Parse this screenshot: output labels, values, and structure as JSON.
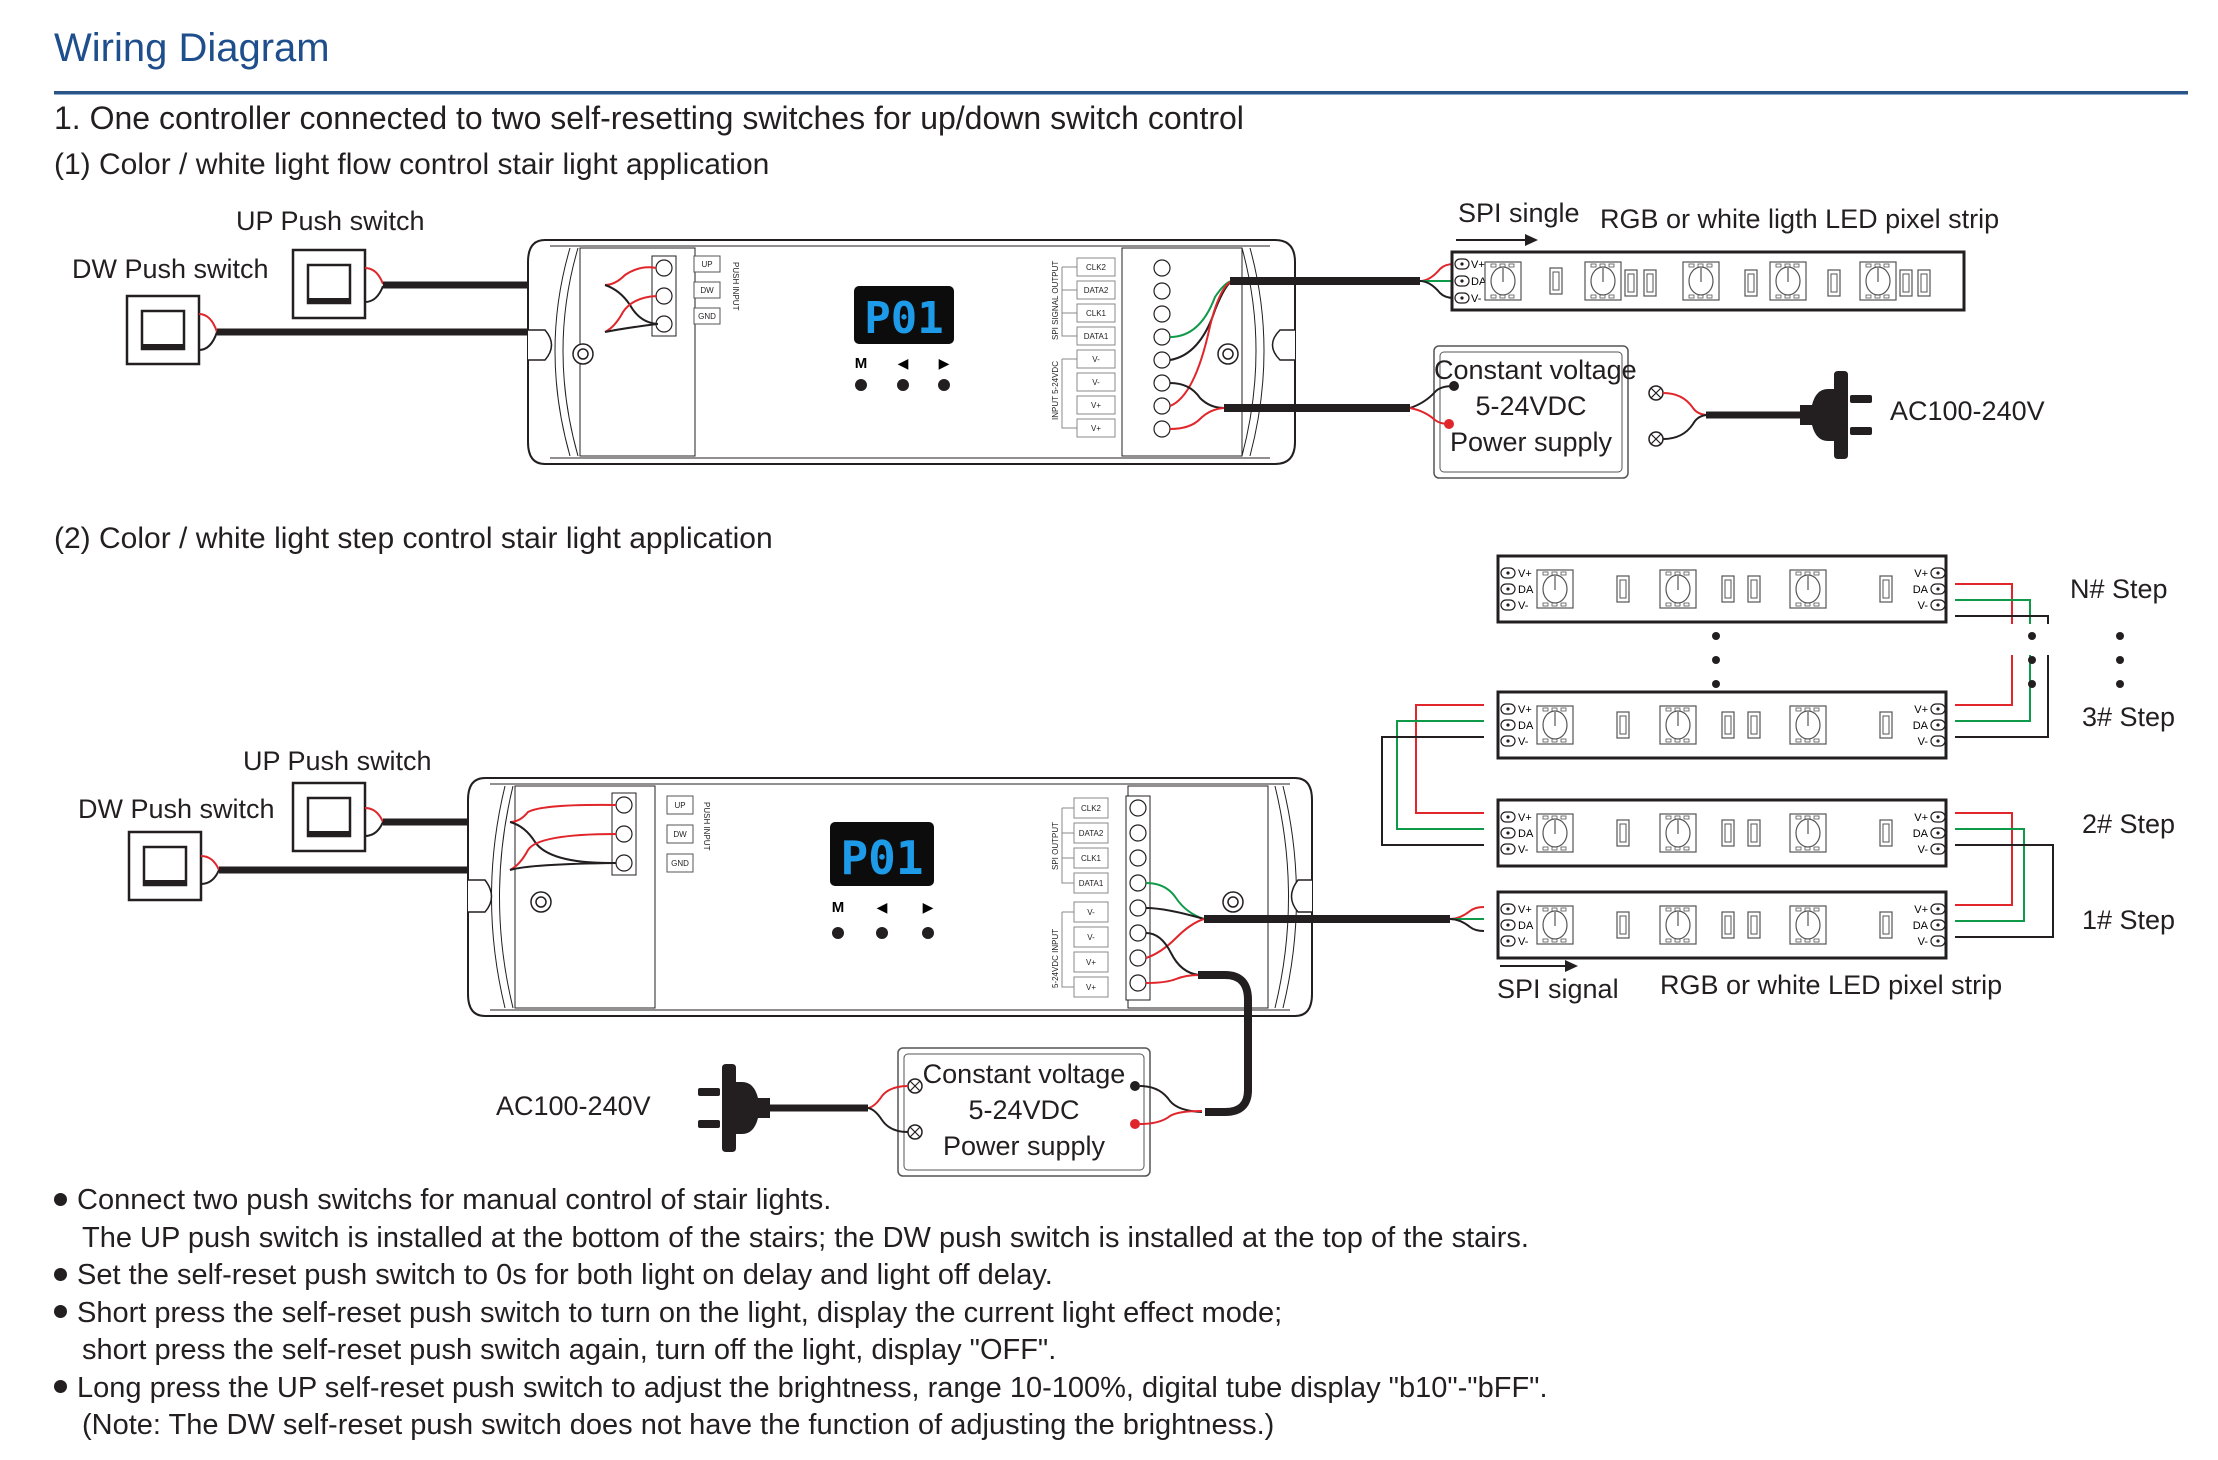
{
  "title": "Wiring Diagram",
  "section1": "1. One controller connected to two self-resetting switches for up/down switch control",
  "app1": {
    "subtitle": "(1) Color / white light flow control stair light application",
    "up_switch_label": "UP Push switch",
    "dw_switch_label": "DW Push switch",
    "strip_direction_label": "SPI single",
    "strip_label": "RGB or white ligth LED pixel strip",
    "power_supply": [
      "Constant voltage",
      "5-24VDC",
      "Power supply"
    ],
    "ac_label": "AC100-240V"
  },
  "app2": {
    "subtitle": "(2) Color / white light step control stair light application",
    "up_switch_label": "UP Push switch",
    "dw_switch_label": "DW Push switch",
    "strip_direction_label": "SPI signal",
    "strip_label": "RGB or white LED pixel strip",
    "power_supply": [
      "Constant voltage",
      "5-24VDC",
      "Power supply"
    ],
    "ac_label": "AC100-240V",
    "steps": [
      "N# Step",
      "3# Step",
      "2# Step",
      "1# Step"
    ]
  },
  "controller": {
    "display": "P01",
    "buttons": [
      "M",
      "◀",
      "▶"
    ],
    "push_input_terminals": [
      "UP",
      "DW",
      "GND"
    ],
    "push_input_label": "PUSH INPUT",
    "spi_output_terminals": [
      "CLK2",
      "DATA2",
      "CLK1",
      "DATA1"
    ],
    "spi_output_label_1": "SPI SIGNAL OUTPUT",
    "spi_output_label_2": "SPI OUTPUT",
    "input_terminals": [
      "V-",
      "V-",
      "V+",
      "V+"
    ],
    "input_label_1": "INPUT 5-24VDC",
    "input_label_2": "5-24VDC INPUT"
  },
  "strip_pins": [
    "V+",
    "DA",
    "V-"
  ],
  "colors": {
    "title_blue": "#1f4e8c",
    "wire_red": "#e0262b",
    "wire_green": "#0f9a4a",
    "wire_black": "#231f20",
    "display_digits": "#1e9be8"
  },
  "notes": [
    {
      "bullet": true,
      "text": "Connect two push switchs for manual control of stair lights."
    },
    {
      "bullet": false,
      "text": "The UP push switch is installed at the bottom of the stairs; the DW push switch is installed at the top of the stairs."
    },
    {
      "bullet": true,
      "text": "Set the self-reset push switch to 0s for both light on delay and light off delay."
    },
    {
      "bullet": true,
      "text": "Short press the self-reset push switch to turn on the light, display the current light effect mode;"
    },
    {
      "bullet": false,
      "text": "short press the self-reset push switch again, turn off the light, display \"OFF\"."
    },
    {
      "bullet": true,
      "text": "Long press the UP self-reset push switch to adjust the brightness, range 10-100%, digital tube display \"b10\"-\"bFF\"."
    },
    {
      "bullet": false,
      "text": "(Note: The DW self-reset push switch does not have the function of adjusting the brightness.)"
    }
  ]
}
